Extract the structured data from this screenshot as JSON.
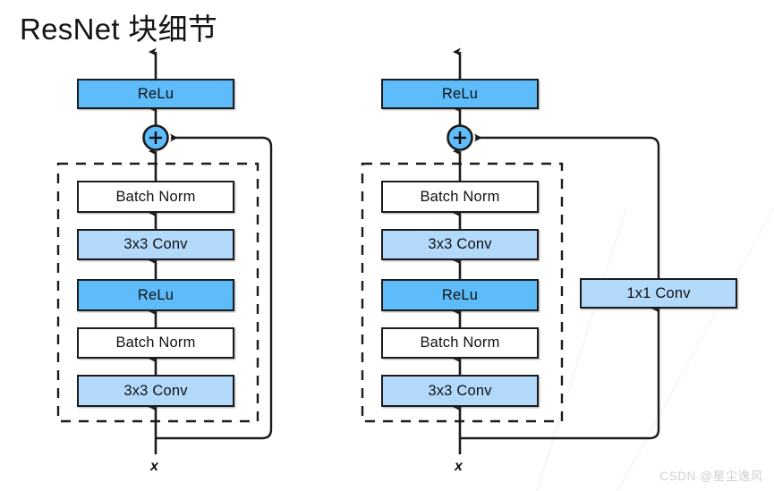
{
  "page": {
    "title": "ResNet 块细节",
    "watermark": "CSDN @星尘逸风",
    "background": "#ffffff"
  },
  "colors": {
    "stroke": "#1b1b1b",
    "fill_white": "#ffffff",
    "fill_lightblue": "#b3d9fb",
    "fill_blue": "#5fbcfa",
    "title_text": "#141414",
    "watermark_text": "#cfcfcf"
  },
  "diagram": {
    "type": "resnet-block-comparison",
    "blocks": [
      {
        "id": "left-block",
        "name": "identity-shortcut-block",
        "input_label": "x",
        "shortcut": {
          "type": "identity",
          "label": ""
        },
        "output_relu": "ReLu",
        "adder": "+",
        "layers": [
          {
            "label": "Batch Norm",
            "style": "white"
          },
          {
            "label": "3x3 Conv",
            "style": "lightblue"
          },
          {
            "label": "ReLu",
            "style": "blue"
          },
          {
            "label": "Batch Norm",
            "style": "white"
          },
          {
            "label": "3x3 Conv",
            "style": "lightblue"
          }
        ]
      },
      {
        "id": "right-block",
        "name": "projection-shortcut-block",
        "input_label": "x",
        "shortcut": {
          "type": "projection",
          "label": "1x1 Conv"
        },
        "output_relu": "ReLu",
        "adder": "+",
        "layers": [
          {
            "label": "Batch Norm",
            "style": "white"
          },
          {
            "label": "3x3 Conv",
            "style": "lightblue"
          },
          {
            "label": "ReLu",
            "style": "blue"
          },
          {
            "label": "Batch Norm",
            "style": "white"
          },
          {
            "label": "3x3 Conv",
            "style": "lightblue"
          }
        ]
      }
    ]
  }
}
